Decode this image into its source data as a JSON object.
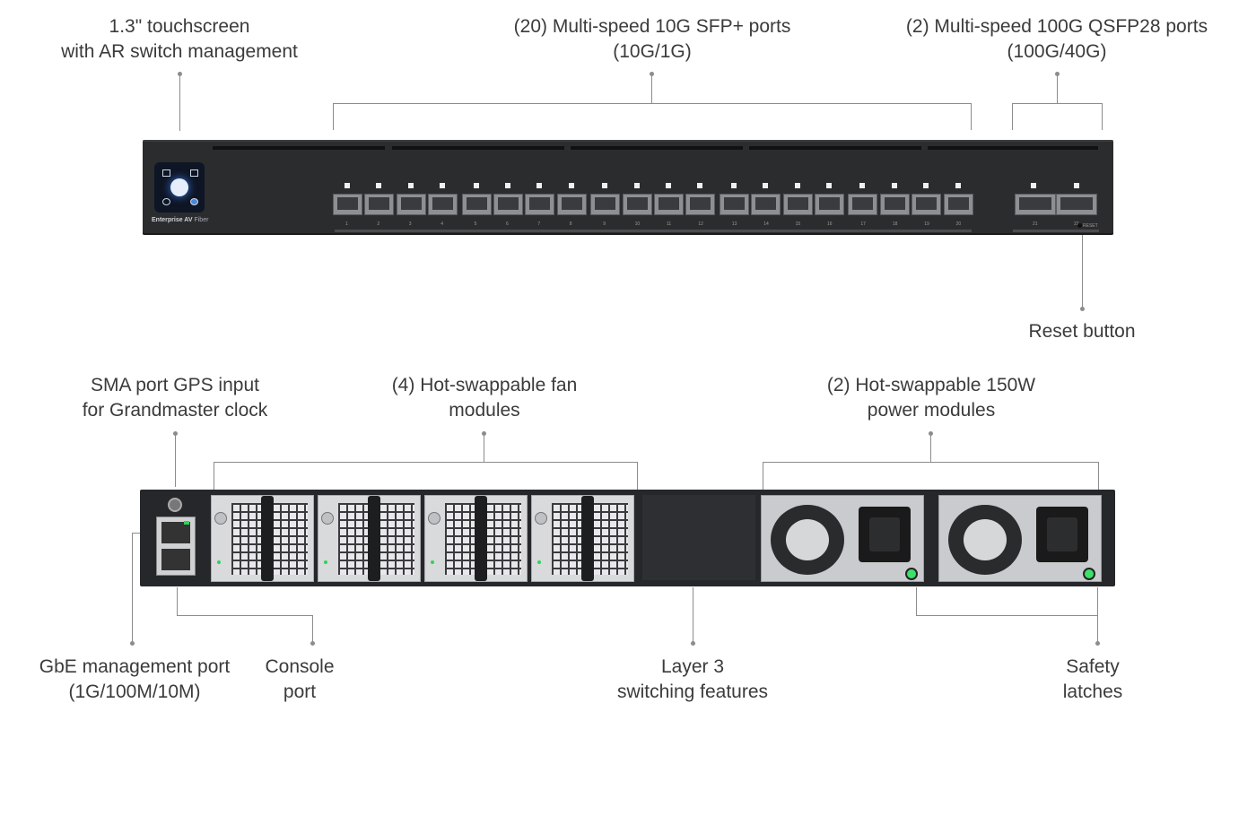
{
  "labels": {
    "touchscreen": [
      "1.3\" touchscreen",
      "with AR switch management"
    ],
    "sfp_ports": [
      "(20) Multi-speed 10G SFP+ ports",
      "(10G/1G)"
    ],
    "qsfp_ports": [
      "(2) Multi-speed 100G QSFP28 ports",
      "(100G/40G)"
    ],
    "reset": "Reset button",
    "sma": [
      "SMA port GPS input",
      "for Grandmaster clock"
    ],
    "fans": [
      "(4) Hot-swappable fan",
      "modules"
    ],
    "power": [
      "(2) Hot-swappable 150W",
      "power modules"
    ],
    "gbe": [
      "GbE management port",
      "(1G/100M/10M)"
    ],
    "console": [
      "Console",
      "port"
    ],
    "layer3": [
      "Layer 3",
      "switching features"
    ],
    "latches": [
      "Safety",
      "latches"
    ]
  },
  "device": {
    "brand_bold": "Enterprise AV",
    "brand_light": "Fiber",
    "reset_tag": "RESET",
    "sfp_count": 20,
    "qsfp_numbers": [
      "21",
      "22"
    ]
  },
  "colors": {
    "chassis": "#2b2c2e",
    "leader": "#8c8c8c",
    "status_led": "#3ce06a"
  }
}
